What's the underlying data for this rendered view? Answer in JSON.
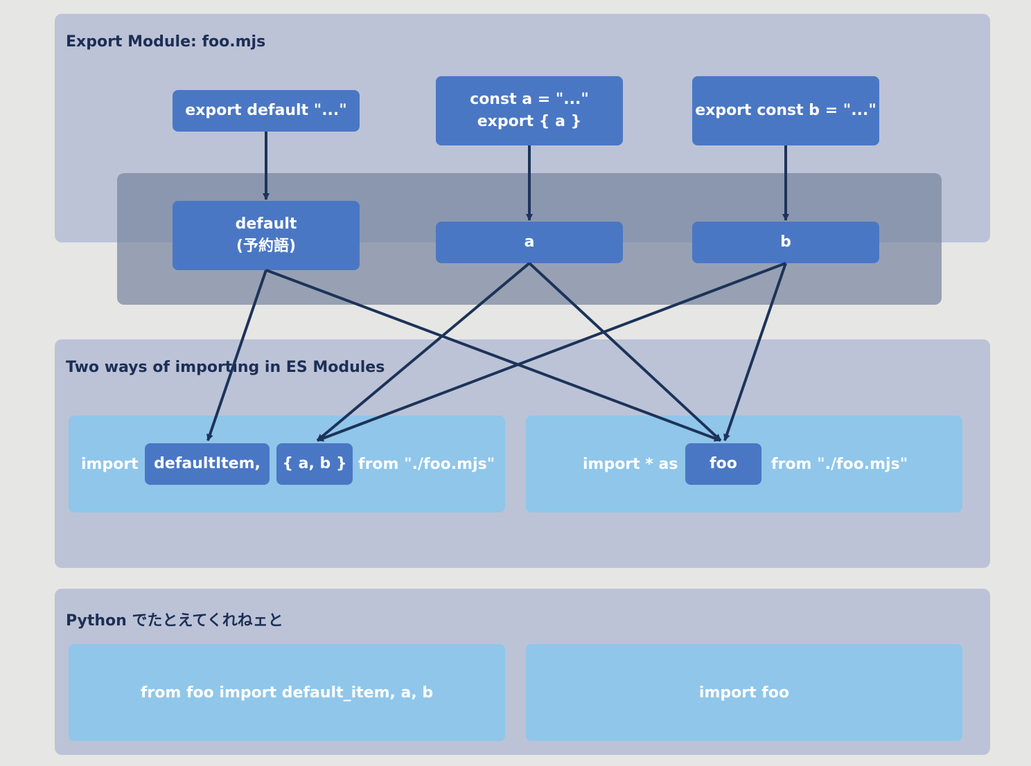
{
  "export_module": {
    "title": "Export Module: foo.mjs",
    "sources": {
      "default_export": "export default \"...\"",
      "const_a_line1": "const a = \"...\"",
      "const_a_line2": "export { a }",
      "export_b": "export const b = \"...\""
    },
    "exports": {
      "default_line1": "default",
      "default_line2": "(予約語)",
      "a": "a",
      "b": "b"
    }
  },
  "es_modules": {
    "title": "Two ways of importing in ES Modules",
    "named_import": {
      "keyword": "import",
      "default_item": "defaultItem,",
      "named_items": "{ a, b }",
      "from": "from \"./foo.mjs\""
    },
    "namespace_import": {
      "keyword": "import * as",
      "namespace": "foo",
      "from": "from \"./foo.mjs\""
    }
  },
  "python": {
    "title": "Python でたとえてくれねェと",
    "from_import": "from foo import default_item, a, b",
    "plain_import": "import foo"
  },
  "colors": {
    "node": "#4a77c4",
    "panel": "#8fc6ea",
    "group": "#b0b9d4",
    "band": "#78869f",
    "edge": "#1d3359",
    "title": "#1d2f55"
  }
}
